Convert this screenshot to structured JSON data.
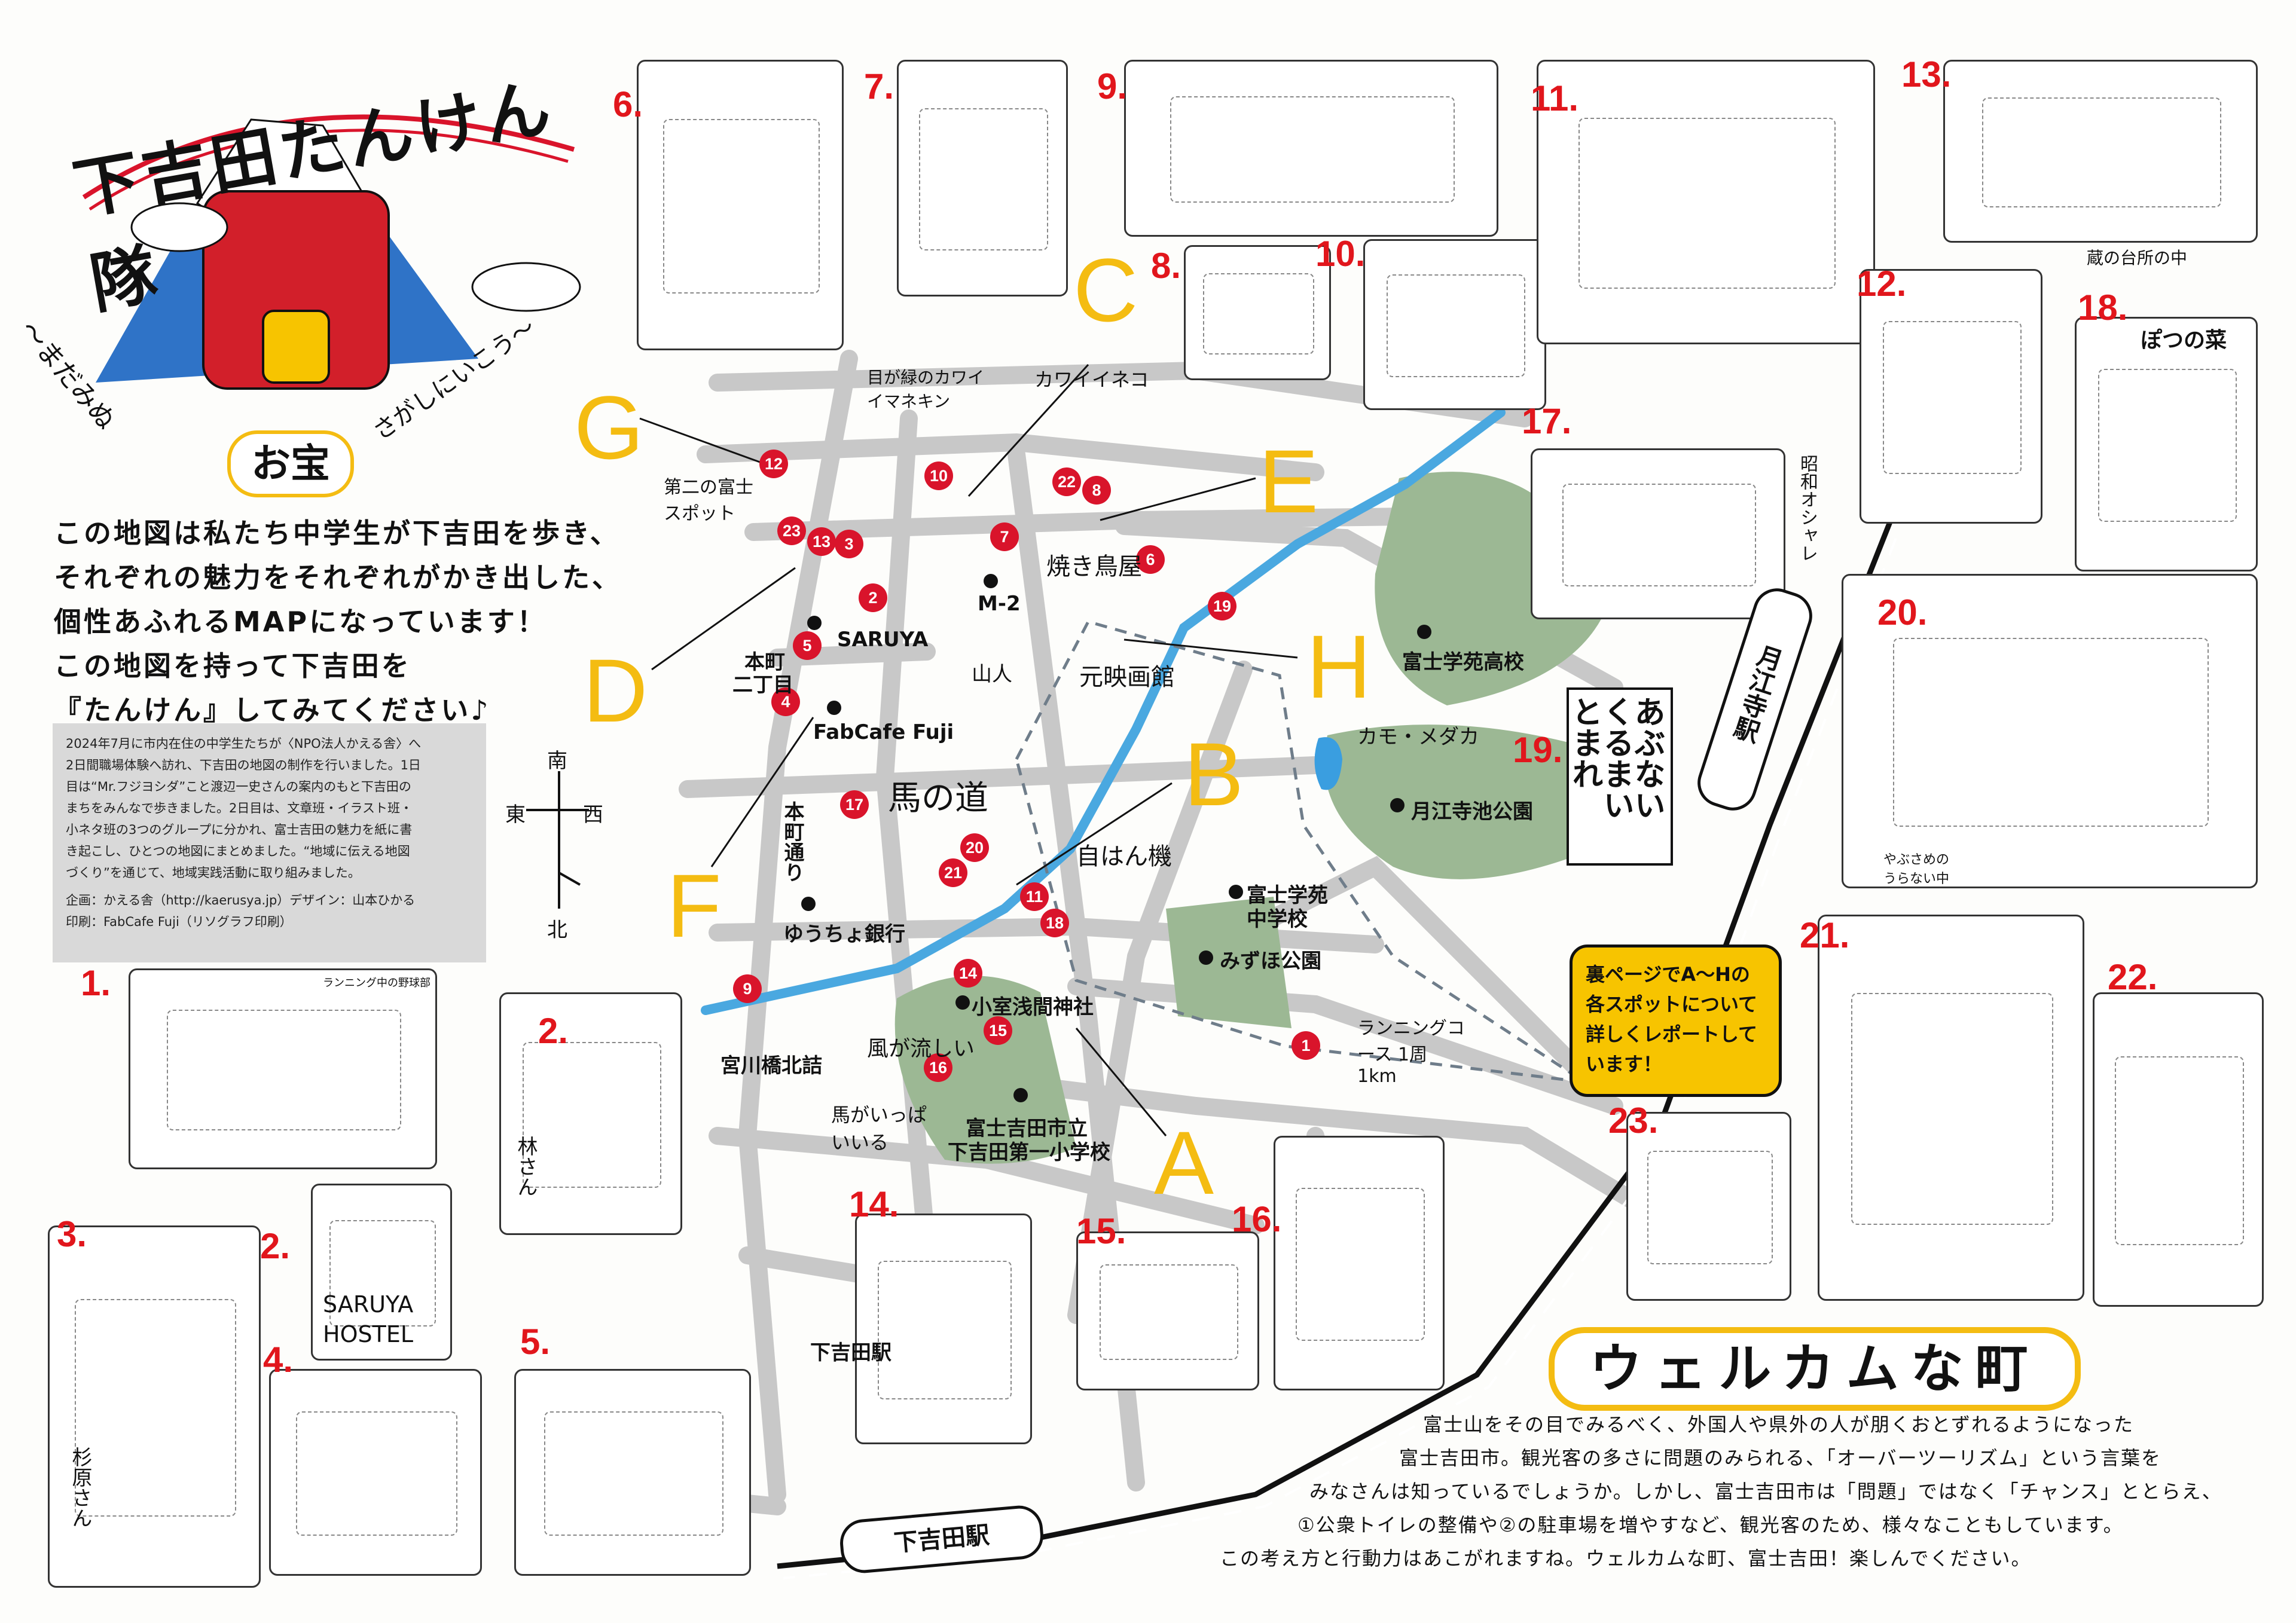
{
  "title": {
    "main": "下吉田たんけん隊",
    "sub_left": "〜まだみぬ",
    "treasure": "お宝",
    "sub_right": "さがしにいこう〜"
  },
  "intro_lines": [
    "この地図は私たち中学生が下吉田を歩き、",
    "それぞれの魅力をそれぞれがかき出した、",
    "個性あふれるMAPになっています！",
    "この地図を持って下吉田を",
    "『たんけん』してみてください♪"
  ],
  "info": {
    "lines": [
      "2024年7月に市内在住の中学生たちが〈NPO法人かえる舎〉へ",
      "2日間職場体験へ訪れ、下吉田の地図の制作を行いました。1日",
      "目は“Mr.フジヨシダ”こと渡辺一史さんの案内のもと下吉田の",
      "まちをみんなで歩きました。2日目は、文章班・イラスト班・",
      "小ネタ班の3つのグループに分かれ、富士吉田の魅力を紙に書",
      "き起こし、ひとつの地図にまとめました。“地域に伝える地図",
      "づくり”を通じて、地域実践活動に取り組みました。"
    ],
    "credit1": "企画：かえる舎（http://kaerusya.jp）デザイン：山本ひかる",
    "credit2": "印刷：FabCafe Fuji（リソグラフ印刷）"
  },
  "compass": {
    "north": "北",
    "south": "南",
    "east": "東",
    "west": "西"
  },
  "letters": [
    "A",
    "B",
    "C",
    "D",
    "E",
    "F",
    "G",
    "H"
  ],
  "numbers": [
    "1.",
    "2.",
    "2.",
    "3.",
    "4.",
    "5.",
    "6.",
    "7.",
    "8.",
    "9.",
    "10.",
    "11.",
    "12.",
    "13.",
    "14.",
    "15.",
    "16.",
    "17.",
    "18.",
    "19.",
    "20.",
    "21.",
    "22.",
    "23."
  ],
  "pins": [
    "1",
    "2",
    "3",
    "4",
    "5",
    "6",
    "7",
    "8",
    "9",
    "10",
    "11",
    "12",
    "13",
    "14",
    "15",
    "16",
    "17",
    "18",
    "19",
    "20",
    "21",
    "22",
    "23"
  ],
  "places": {
    "m2": "M-2",
    "saruya": "SARUYA",
    "honmachi": "本町",
    "nichome": "二丁目",
    "fabcafe": "FabCafe Fuji",
    "honmachi_dori": "本町通り",
    "yucho": "ゆうちょ銀行",
    "miyagawa": "宮川橋北詰",
    "fuji_hs": "富士学苑高校",
    "gekkoji_park": "月江寺池公園",
    "fuji_jhs_1": "富士学苑",
    "fuji_jhs_2": "中学校",
    "mizuho": "みずほ公園",
    "komuro": "小室浅間神社",
    "school_1": "富士吉田市立",
    "school_2": "下吉田第一小学校",
    "shimo_station_label": "下吉田駅",
    "shimo_station_sign": "下吉田駅",
    "gekkoji_station": "月江寺駅"
  },
  "handnotes": {
    "fuji_spot": "第二の富士スポット",
    "green_eye": "目が緑のカワイイマネキン",
    "cat": "カワイイネコ",
    "yakitori": "焼き鳥屋",
    "eigakan": "元映画館",
    "yamabito": "山人",
    "kamo": "カモ・メダカ",
    "uma_no_michi": "馬の道",
    "jihanki": "自はん機",
    "kaze": "風が流しい",
    "uma_ippai": "馬がいっぱいいる",
    "running": "ランニングコース 1周1km",
    "showa": "昭和オシャレ",
    "kura": "蔵の台所の中",
    "runner_caption": "ランニング中の野球部",
    "hayashi": "林さん",
    "sugihara": "杉原さん",
    "uranai": "やぶさめのうらない中",
    "saruya_logo_1": "SARUYA",
    "saruya_logo_2": "HOSTEL",
    "hoshi": "ぽつの菜"
  },
  "sign": [
    "あぶない",
    "くるまい",
    "とまれ"
  ],
  "callout": "裏ページでA〜Hの各スポットについて詳しくレポートしています！",
  "welcome": {
    "title": "ウェルカムな町",
    "lines": [
      "富士山をその目でみるべく、外国人や県外の人が朋くおとずれるようになった",
      "富士吉田市。観光客の多さに問題のみられる、「オーバーツーリズム」という言葉を",
      "みなさんは知っているでしょうか。しかし、富士吉田市は「問題」ではなく「チャンス」ととらえ、",
      "①公衆トイレの整備や②の駐車場を増やすなど、観光客のため、様々なこともしています。",
      "この考え方と行動力はあこがれますね。ウェルカムな町、富士吉田！楽しんでください。"
    ]
  },
  "colors": {
    "accent_red": "#e1161c",
    "accent_yellow": "#f4bc12",
    "park_green": "#9cb894",
    "river_blue": "#4aa8e0",
    "road_gray": "#c8c8c8"
  }
}
